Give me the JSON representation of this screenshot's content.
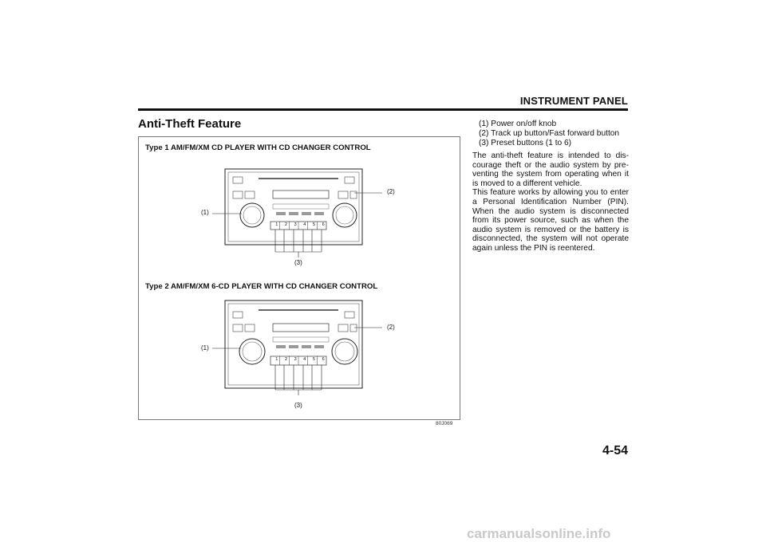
{
  "header": {
    "title": "INSTRUMENT PANEL"
  },
  "section": {
    "title": "Anti-Theft Feature"
  },
  "figure": {
    "type1_label": "Type 1 AM/FM/XM CD PLAYER WITH CD CHANGER CONTROL",
    "type2_label": "Type 2 AM/FM/XM 6-CD PLAYER WITH CD CHANGER CONTROL",
    "callout_1": "(1)",
    "callout_2": "(2)",
    "callout_3": "(3)",
    "figure_code": "80J069",
    "preset_numbers": [
      "1",
      "2",
      "3",
      "4",
      "5",
      "6"
    ]
  },
  "legend": {
    "items": [
      "(1) Power on/off knob",
      "(2) Track up button/Fast forward button",
      "(3) Preset buttons (1 to 6)"
    ]
  },
  "body": {
    "paragraph1": "The anti-theft feature is intended to dis-courage theft or the audio system by pre-venting the system from operating when it is moved to a different vehicle.",
    "paragraph2": "This feature works by allowing you to enter a Personal Identification Number (PIN). When the audio system is disconnected from its power source, such as when the audio system is removed or the battery is disconnected, the system will not operate again unless the PIN is reentered."
  },
  "page": {
    "number": "4-54"
  },
  "watermark": {
    "text": "carmanualsonline.info"
  }
}
